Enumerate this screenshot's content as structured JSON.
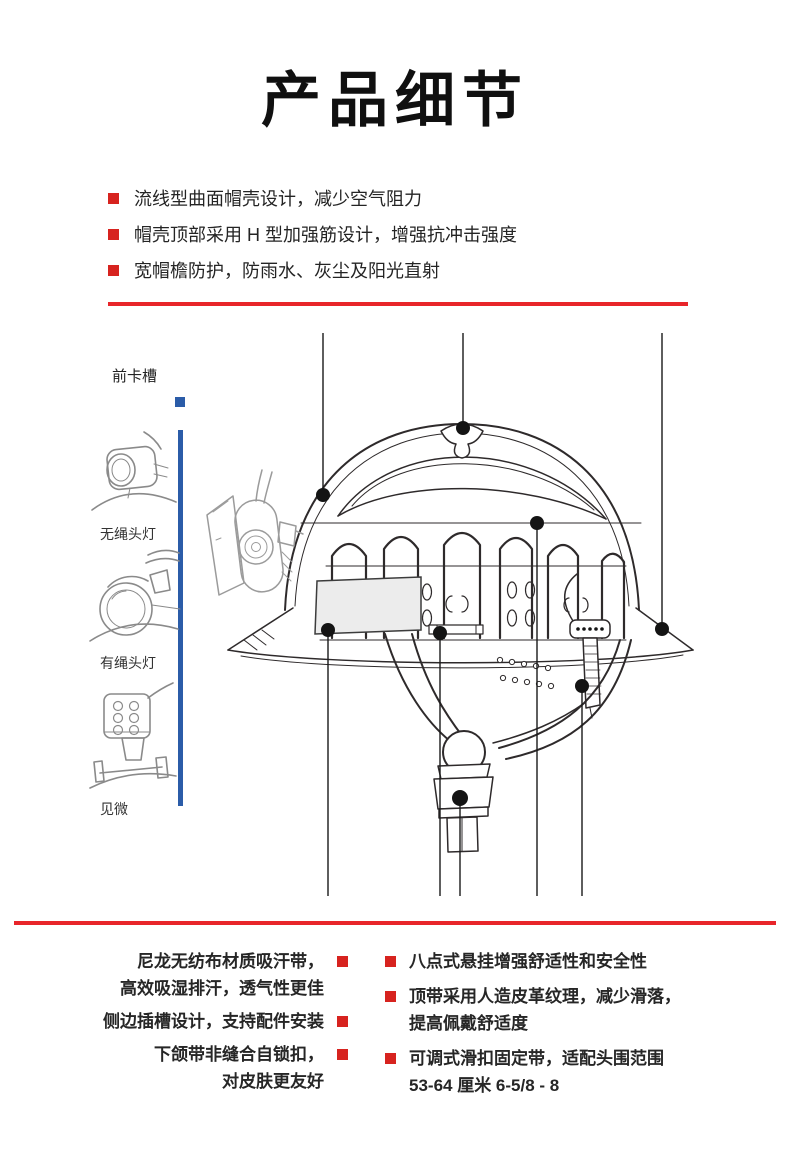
{
  "title": "产品细节",
  "colors": {
    "red_accent": "#d7231f",
    "red_line": "#e8252a",
    "blue": "#2b5ca8",
    "ink": "#2b2b2b",
    "line_art": "#2e2a2b",
    "gray_art": "#9b9b9b"
  },
  "top_features": [
    {
      "text": "流线型曲面帽壳设计，减少空气阻力"
    },
    {
      "text": "帽壳顶部采用 H 型加强筋设计，增强抗冲击强度"
    },
    {
      "text": "宽帽檐防护，防雨水、灰尘及阳光直射"
    }
  ],
  "side_panel": {
    "front_slot_label": "前卡槽",
    "accessories": [
      {
        "label": "无绳头灯",
        "icon": "cordless-headlamp-icon"
      },
      {
        "label": "有绳头灯",
        "icon": "corded-headlamp-icon"
      },
      {
        "label": "见微",
        "icon": "camera-icon"
      }
    ]
  },
  "bottom_left_features": [
    {
      "lines": [
        "尼龙无纺布材质吸汗带，",
        "高效吸湿排汗，透气性更佳"
      ]
    },
    {
      "lines": [
        "侧边插槽设计，支持配件安装"
      ]
    },
    {
      "lines": [
        "下颌带非缝合自锁扣，",
        "对皮肤更友好"
      ]
    }
  ],
  "bottom_right_features": [
    {
      "lines": [
        "八点式悬挂增强舒适性和安全性"
      ]
    },
    {
      "lines": [
        "顶带采用人造皮革纹理，减少滑落，",
        "提高佩戴舒适度"
      ]
    },
    {
      "lines": [
        "可调式滑扣固定带，适配头围范围",
        "53-64 厘米 6-5/8 - 8"
      ]
    }
  ]
}
